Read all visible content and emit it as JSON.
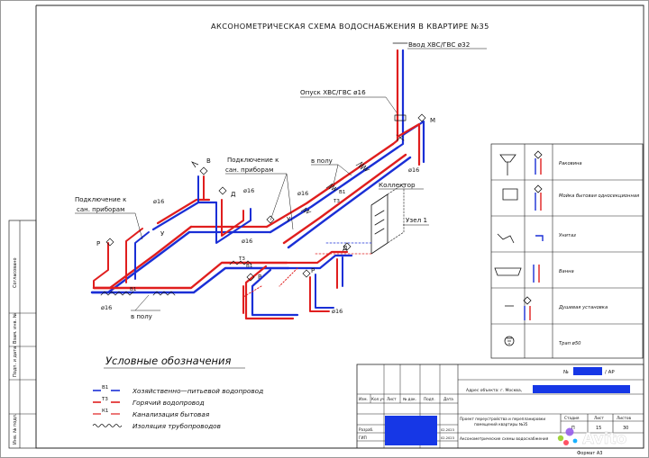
{
  "title": "АКСОНОМЕТРИЧЕСКАЯ СХЕМА ВОДОСНАБЖЕНИЯ В КВАРТИРЕ №35",
  "labels": {
    "inlet": "Ввод ХВС/ГВС ø32",
    "riser": "Опуск ХВС/ГВС ø16",
    "conn_left_1": "Подключение к",
    "conn_left_2": "сан. приборам",
    "conn_mid_1": "Подключение к",
    "conn_mid_2": "сан. приборам",
    "floor_top": "в полу",
    "floor_bottom": "в полу",
    "collector": "Коллектор",
    "node": "Узел 1",
    "d16": "ø16",
    "b1": "В1",
    "t3": "Т3",
    "fix_v": "В",
    "fix_d": "Д",
    "fix_u": "У",
    "fix_r": "Р",
    "fix_m": "М"
  },
  "legend": {
    "title": "Условные обозначения",
    "items": [
      {
        "code": "В1",
        "text": "Хозяйственно—питьевой водопровод",
        "color": "#1a2fd6"
      },
      {
        "code": "Т3",
        "text": "Горячий водопровод",
        "color": "#e01e1e"
      },
      {
        "code": "К1",
        "text": "Канализация бытовая",
        "color": "#e01e1e"
      },
      {
        "code": "",
        "text": "Изоляция трубопроводов",
        "color": "#111111"
      }
    ]
  },
  "fixtures_table": [
    {
      "label": "Раковина"
    },
    {
      "label": "Мойка бытовая односекционная"
    },
    {
      "label": "Унитаз"
    },
    {
      "label": "Ванна"
    },
    {
      "label": "Душевая установка"
    },
    {
      "label": "Трап ø50"
    }
  ],
  "stamp": {
    "doc_no_prefix": "№",
    "doc_no_suffix": "/ АР",
    "address_prefix": "Адрес объекта: г. Москва,",
    "headers": [
      "Изм.",
      "Кол.уч",
      "Лист",
      "№ док.",
      "Подп.",
      "Дата"
    ],
    "project_1": "Проект переустройства и перепланировки",
    "project_2": "помещений квартиры №35",
    "stage_headers": [
      "Стадия",
      "Лист",
      "Листов"
    ],
    "stage_values": [
      "П",
      "15",
      "30"
    ],
    "row_dev": "Разраб.",
    "row_gip": "ГИП",
    "date_1": "02.2023",
    "date_2": "02.2023",
    "sheet_name": "Аксонометрические схемы водоснабжения",
    "format": "Формат А3"
  },
  "side_strip": [
    "Согласовано",
    "Взам. инв. №",
    "Подп. и дата",
    "Инв. № подл."
  ],
  "watermark": "Avito",
  "colors": {
    "cold": "#1a2fd6",
    "hot": "#e01e1e",
    "redact": "#1637e6"
  }
}
